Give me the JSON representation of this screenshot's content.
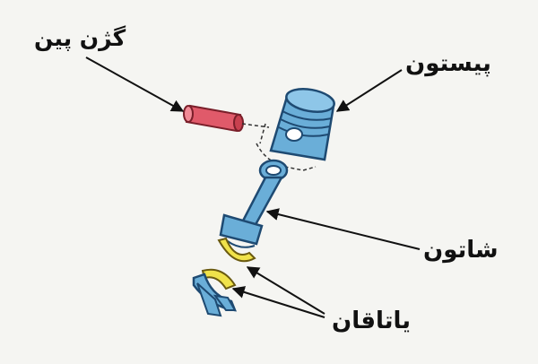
{
  "diagram": {
    "labels": {
      "piston_pin": "گژن پین",
      "piston": "پیستون",
      "connecting_rod": "شاتون",
      "bearing": "یاتاقان"
    },
    "colors": {
      "background": "#f5f5f2",
      "piston_fill": "#6aaed8",
      "piston_stroke": "#1e4a72",
      "pin_fill": "#e05a6a",
      "bearing_fill": "#f0e24a",
      "rod_fill": "#6aaed8",
      "leader_line": "#111111"
    }
  }
}
